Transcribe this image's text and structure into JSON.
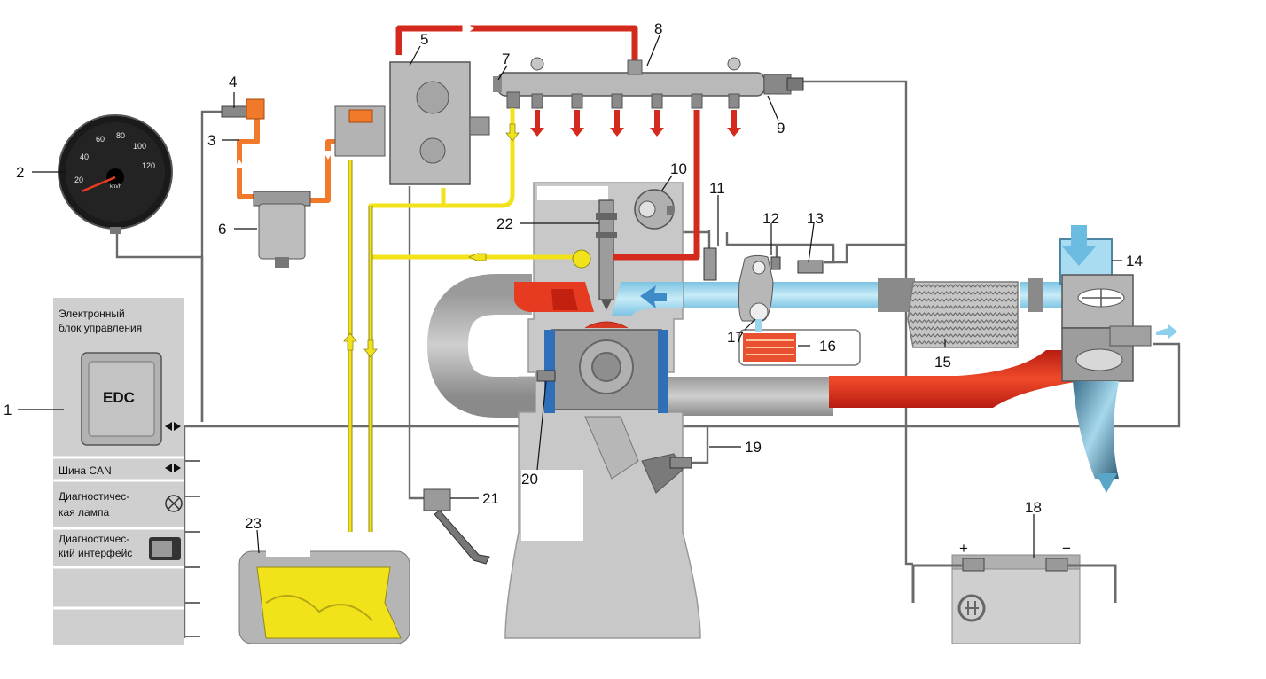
{
  "labels": {
    "l1": "1",
    "l2": "2",
    "l3": "3",
    "l4": "4",
    "l5": "5",
    "l6": "6",
    "l7": "7",
    "l8": "8",
    "l9": "9",
    "l10": "10",
    "l11": "11",
    "l12": "12",
    "l13": "13",
    "l14": "14",
    "l15": "15",
    "l16": "16",
    "l17": "17",
    "l18": "18",
    "l19": "19",
    "l20": "20",
    "l21": "21",
    "l22": "22",
    "l23": "23"
  },
  "ecu": {
    "title_line1": "Электронный",
    "title_line2": "блок управления",
    "chip": "EDC",
    "can_bus": "Шина CAN",
    "lamp_line1": "Диагностичес-",
    "lamp_line2": "кая лампа",
    "iface_line1": "Диагностичес-",
    "iface_line2": "кий интерфейс"
  },
  "speedometer": {
    "ticks": [
      "20",
      "40",
      "60",
      "80",
      "100",
      "120"
    ],
    "unit": "km/h"
  },
  "battery": {
    "plus": "+",
    "minus": "−"
  },
  "colors": {
    "fuel_high_pressure": "#d42a1e",
    "fuel_low_pressure": "#f07a2a",
    "fuel_return": "#f2e21a",
    "exhaust": "#e8321f",
    "intake_air": "#a9dcf0",
    "wiring": "#666666",
    "engine_body": "#c7c7c7",
    "ecu_panel": "#cfcfcf"
  }
}
